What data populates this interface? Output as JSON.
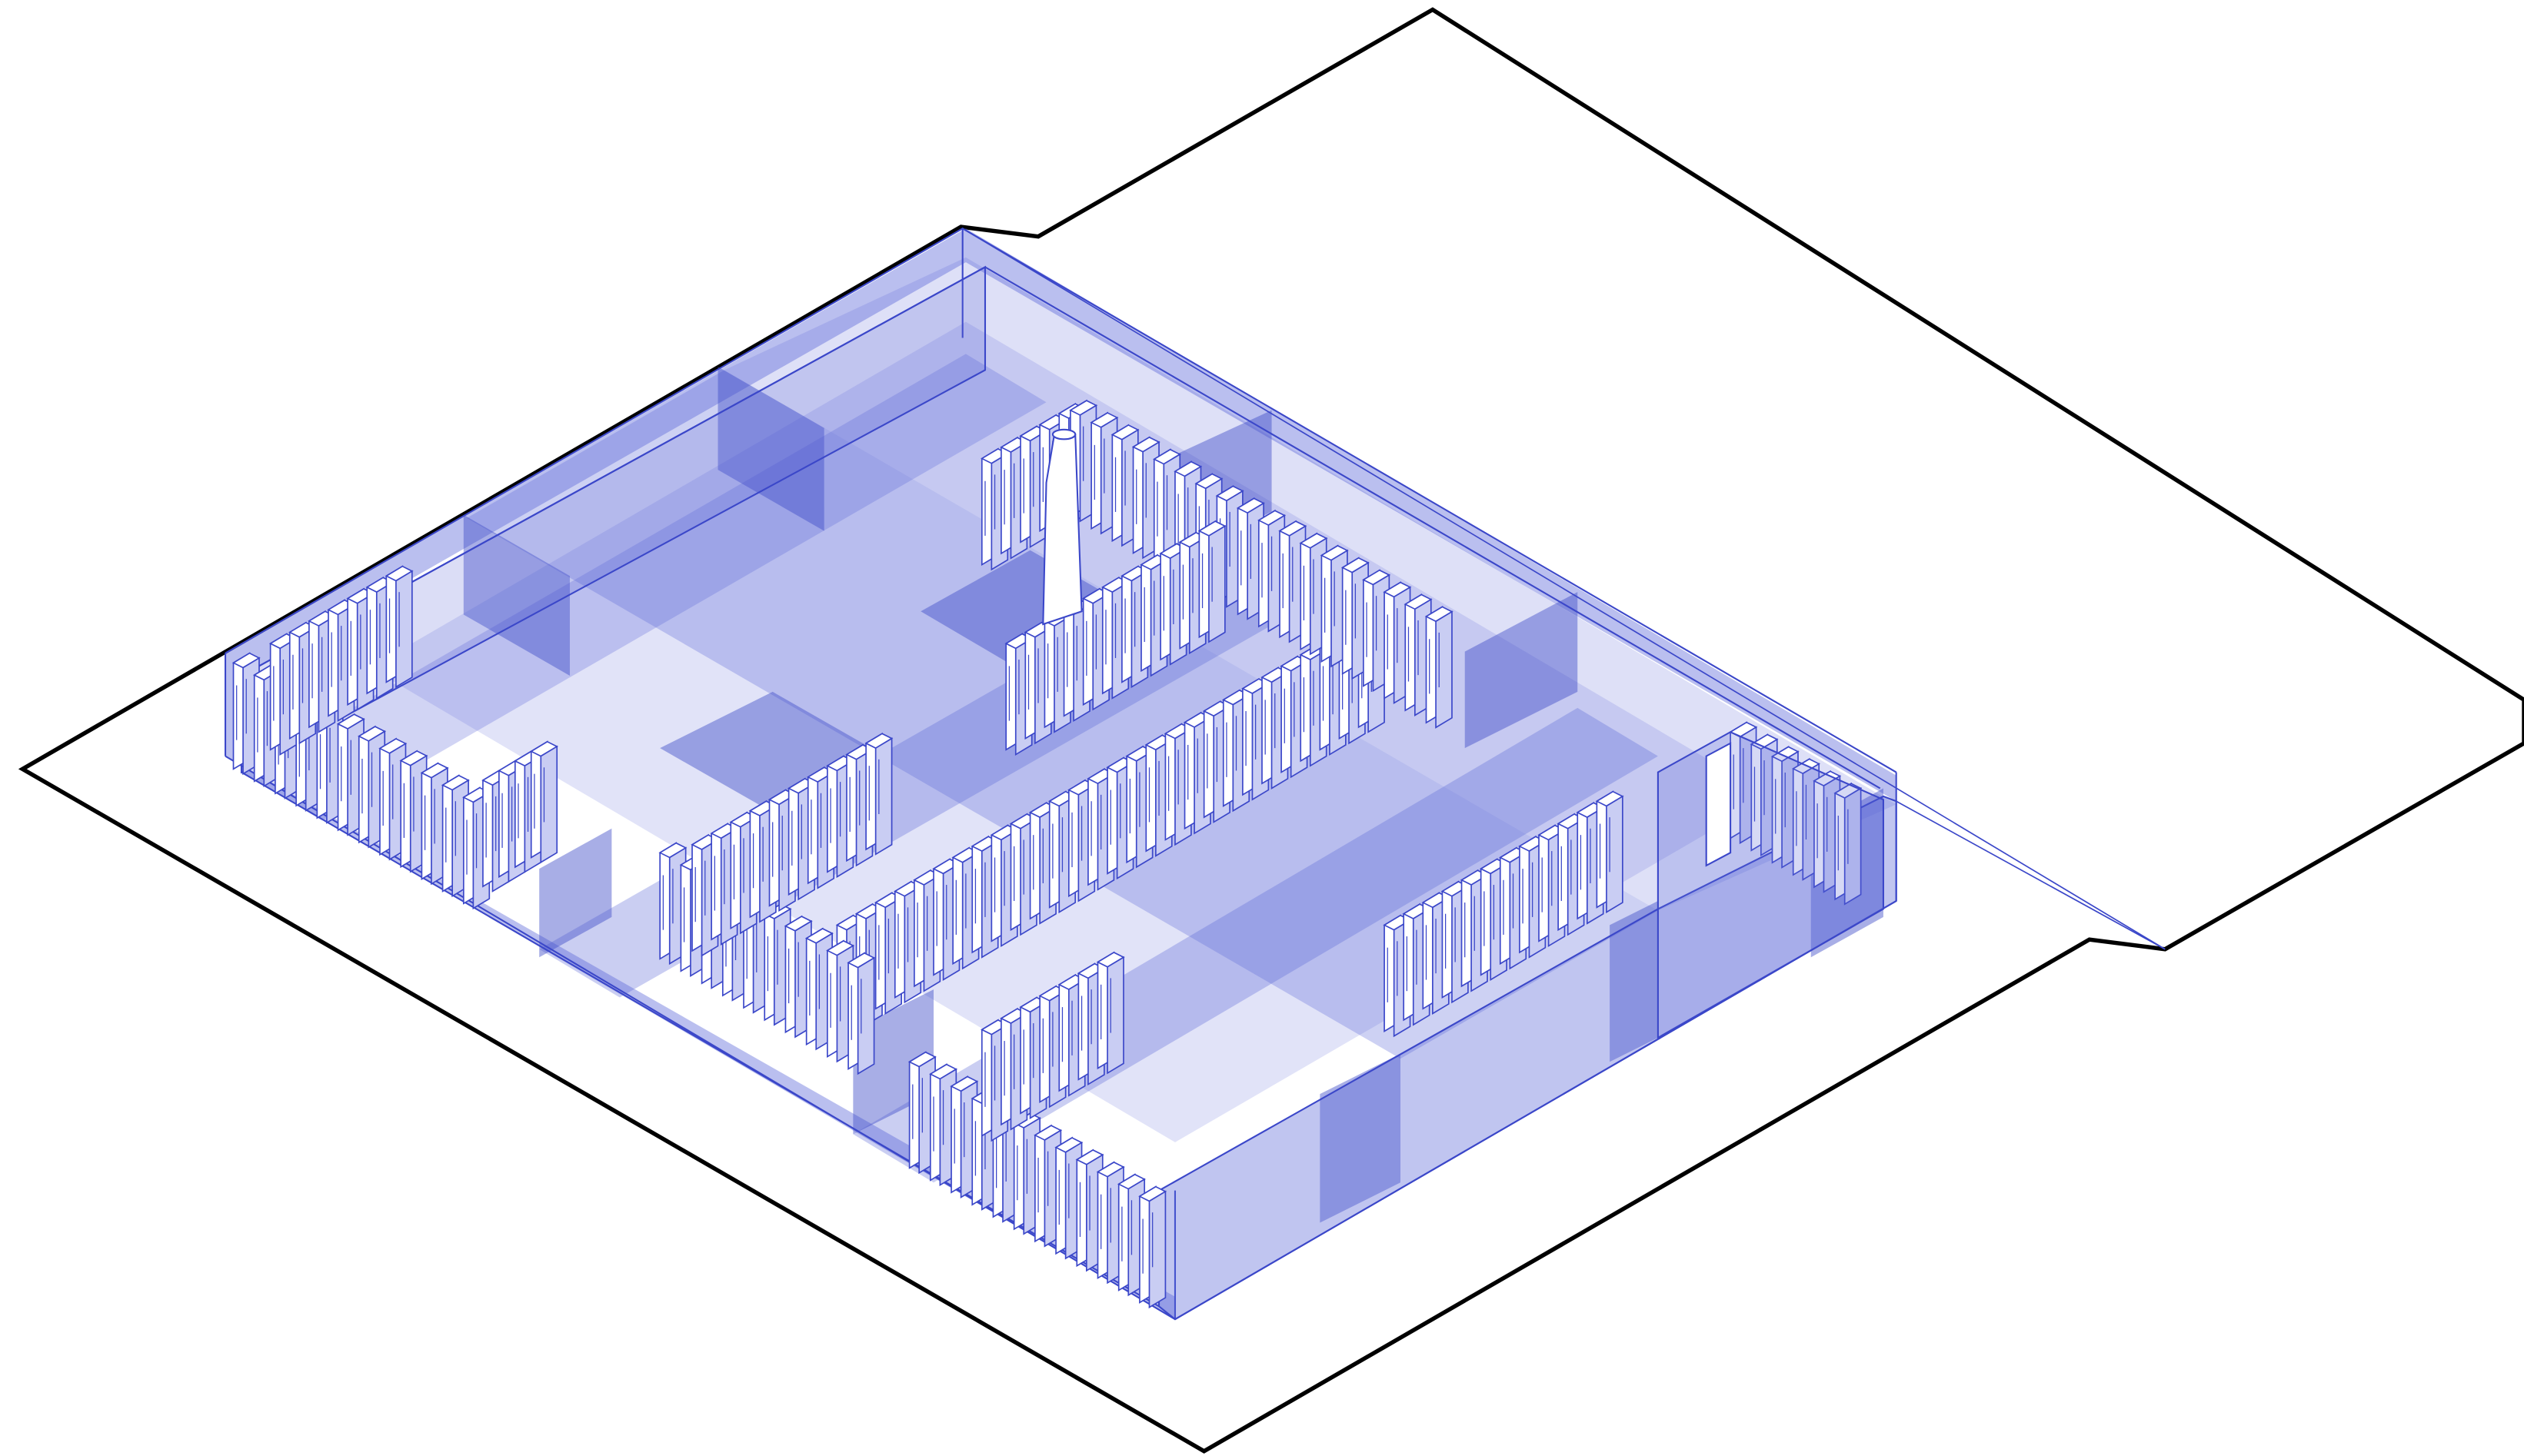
{
  "diagram": {
    "kind": "axonometric-drawing",
    "labels": [],
    "colors": {
      "site_outline": "#000000",
      "translucent_band": "#5a66d8",
      "band_overlap": "#3f4bc8",
      "linework": "#3b47c9",
      "background": "#ffffff"
    },
    "components": [
      "site-boundary",
      "perimeter-translucent-volume",
      "grid-bands",
      "column-screen-walls",
      "corner-room",
      "chimney"
    ]
  }
}
